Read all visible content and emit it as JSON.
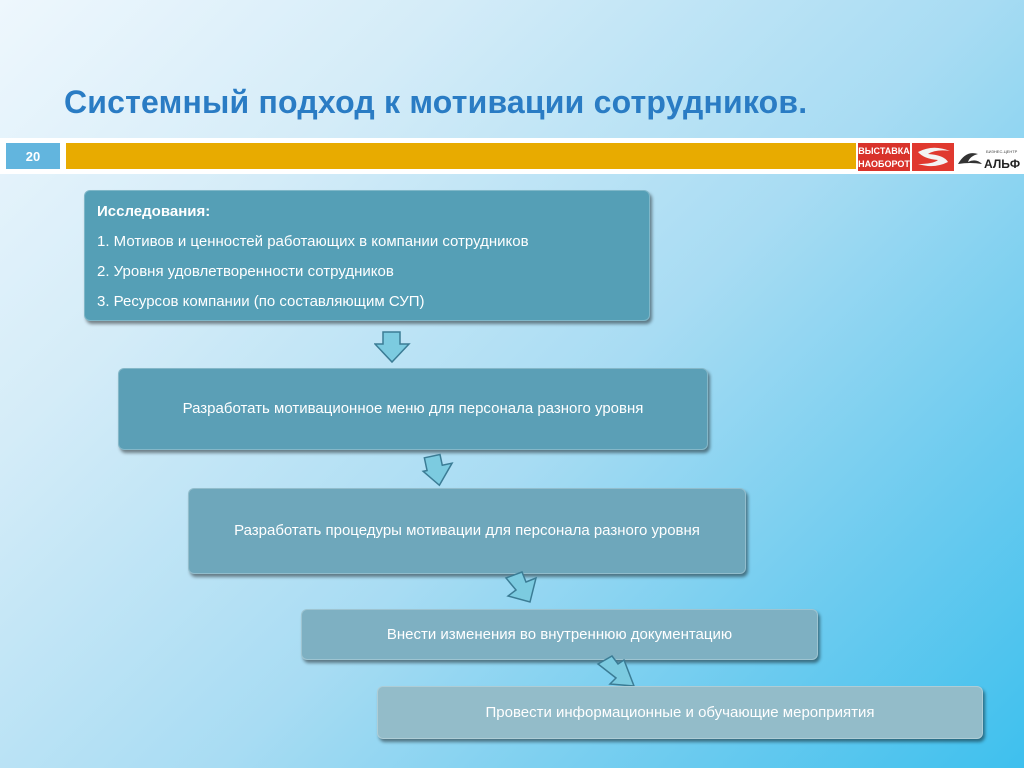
{
  "slide": {
    "title": "Системный подход к мотивации сотрудников.",
    "number": "20"
  },
  "logos": {
    "left": {
      "line1": "ВЫСТАВКА",
      "line2": "НАОБОРОТ",
      "icon": "swoosh-s-logo"
    },
    "right": {
      "small": "БИЗНЕС-ЦЕНТР",
      "main": "АЛЬФ",
      "icon": "bird-logo"
    }
  },
  "steps": {
    "research": {
      "header": "Исследования:",
      "items": [
        "1. Мотивов и ценностей работающих в компании сотрудников",
        "2. Уровня удовлетворенности сотрудников",
        "3. Ресурсов компании (по составляющим СУП)"
      ]
    },
    "step2": "Разработать мотивационное меню для персонала разного уровня",
    "step3": "Разработать процедуры мотивации для персонала разного уровня",
    "step4": "Внести изменения во внутреннюю документацию",
    "step5": "Провести информационные и обучающие мероприятия"
  },
  "colors": {
    "title": "#2a7cc4",
    "accent_bar": "#e8ab00",
    "slide_number_bg": "#62b5de",
    "arrow": "#7ccbe0"
  }
}
